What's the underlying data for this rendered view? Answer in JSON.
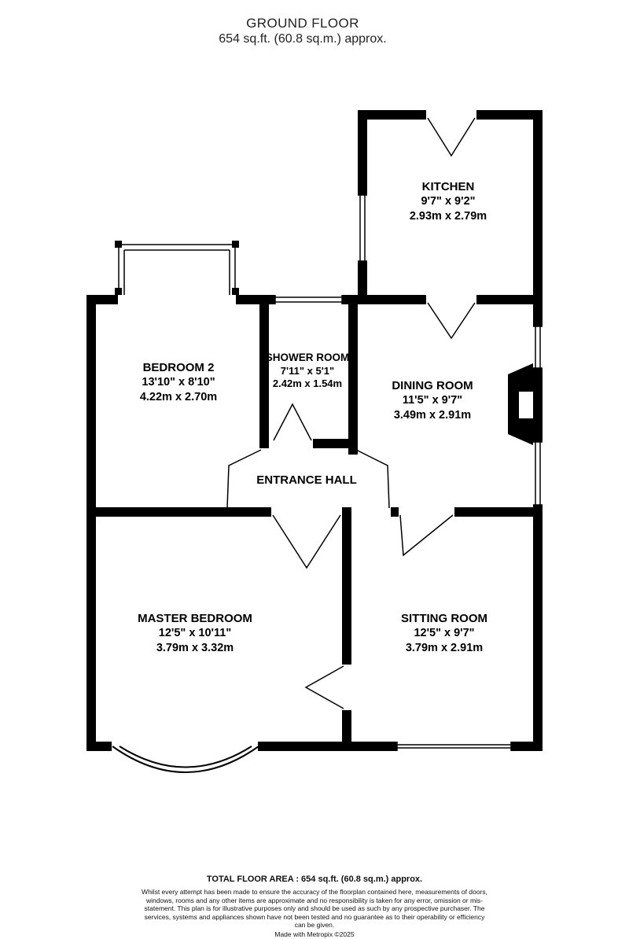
{
  "header": {
    "title": "GROUND FLOOR",
    "subtitle": "654 sq.ft. (60.8 sq.m.) approx."
  },
  "rooms": [
    {
      "name": "KITCHEN",
      "imperial": "9'7\" x 9'2\"",
      "metric": "2.93m x 2.79m"
    },
    {
      "name": "BEDROOM 2",
      "imperial": "13'10\" x 8'10\"",
      "metric": "4.22m x 2.70m"
    },
    {
      "name": "SHOWER ROOM",
      "imperial": "7'11\" x 5'1\"",
      "metric": "2.42m x 1.54m"
    },
    {
      "name": "DINING ROOM",
      "imperial": "11'5\" x 9'7\"",
      "metric": "3.49m x 2.91m"
    },
    {
      "name": "ENTRANCE HALL"
    },
    {
      "name": "MASTER BEDROOM",
      "imperial": "12'5\" x 10'11\"",
      "metric": "3.79m x 3.32m"
    },
    {
      "name": "SITTING ROOM",
      "imperial": "12'5\" x 9'7\"",
      "metric": "3.79m x 2.91m"
    }
  ],
  "footer": {
    "total_area": "TOTAL FLOOR AREA : 654 sq.ft. (60.8 sq.m.) approx.",
    "disclaimer": "Whilst every attempt has been made to ensure the accuracy of the floorplan contained here, measurements of doors, windows, rooms and any other items are approximate and no responsibility is taken for any error, omission or mis-statement. This plan is for illustrative purposes only and should be used as such by any prospective purchaser. The services, systems and appliances shown have not been tested and no guarantee as to their operability or efficiency can be given.",
    "credit": "Made with Metropix ©2025"
  },
  "colors": {
    "wall": "#000000",
    "background": "#ffffff",
    "text": "#000000"
  }
}
